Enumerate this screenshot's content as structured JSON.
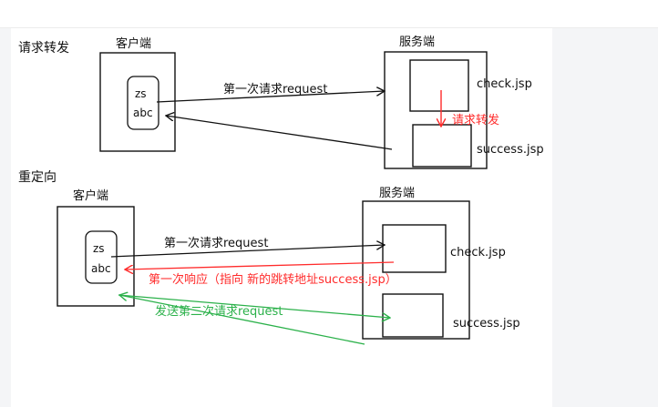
{
  "colors": {
    "ink": "#111111",
    "red": "#ff2b2b",
    "green": "#2bb14a"
  },
  "forward": {
    "section_label": "请求转发",
    "client_label": "客户端",
    "server_label": "服务端",
    "cookie_line1": "zs",
    "cookie_line2": "abc",
    "request_label": "第一次请求request",
    "check_label": "check.jsp",
    "success_label": "success.jsp",
    "forward_label": "请求转发"
  },
  "redirect": {
    "section_label": "重定向",
    "client_label": "客户端",
    "server_label": "服务端",
    "cookie_line1": "zs",
    "cookie_line2": "abc",
    "request_label": "第一次请求request",
    "response_label": "第一次响应（指向 新的跳转地址success.jsp）",
    "second_request_label": "发送第二次请求request",
    "check_label": "check.jsp",
    "success_label": "success.jsp"
  }
}
